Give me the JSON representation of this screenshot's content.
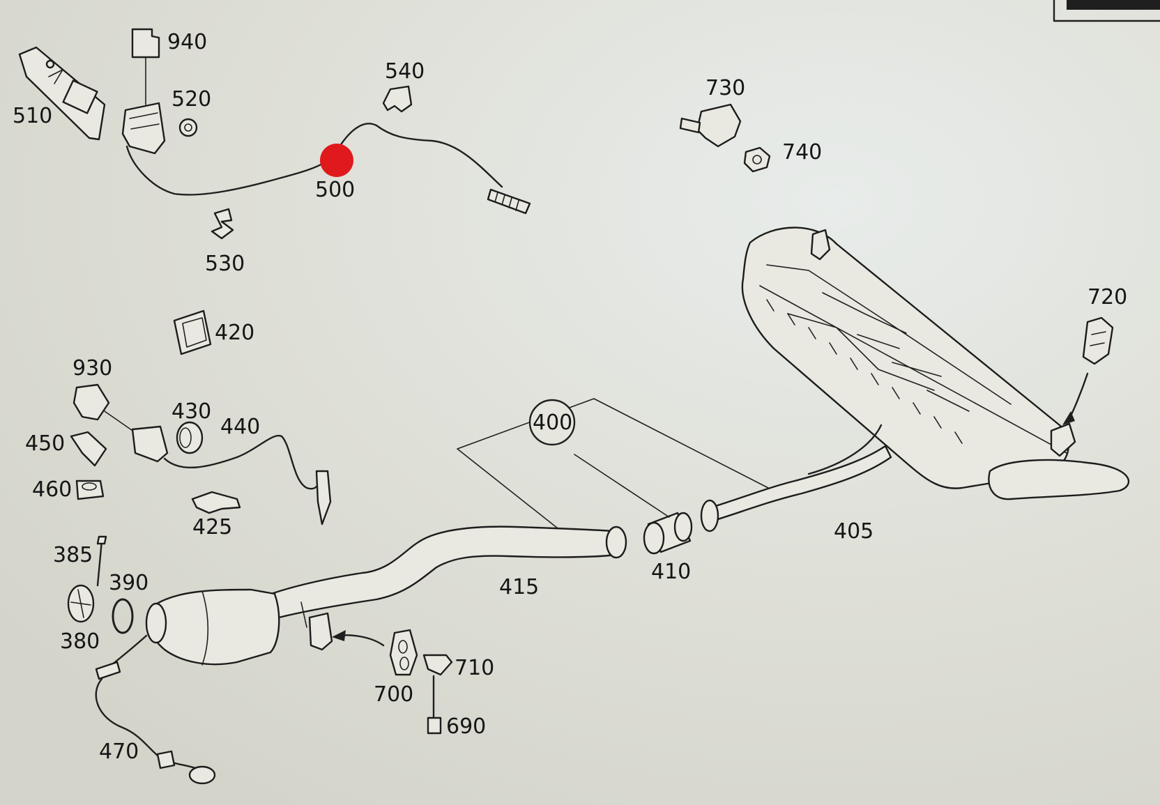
{
  "diagram": {
    "part_numbers": [
      "940",
      "510",
      "520",
      "540",
      "730",
      "740",
      "500",
      "530",
      "420",
      "930",
      "430",
      "440",
      "450",
      "460",
      "425",
      "720",
      "400",
      "405",
      "410",
      "415",
      "385",
      "390",
      "380",
      "700",
      "710",
      "690",
      "470"
    ],
    "highlight_color": "#e0191c",
    "line_color": "#1f1f1f",
    "background_color": "#dcdcd2"
  }
}
